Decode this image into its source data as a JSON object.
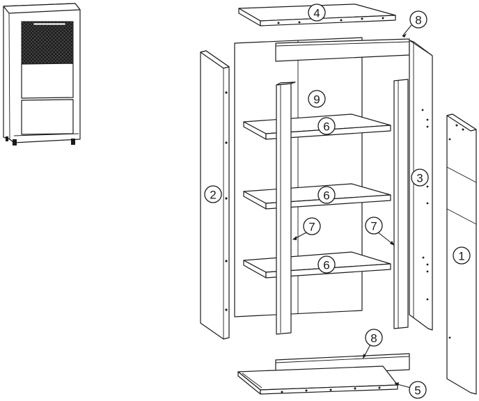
{
  "diagram": {
    "callouts": {
      "side_right": "1",
      "side_left": "2",
      "divider_right": "3",
      "top": "4",
      "bottom": "5",
      "shelf_upper": "6",
      "shelf_middle": "6",
      "shelf_lower": "6",
      "strip_left": "7",
      "strip_right": "7",
      "rail_top": "8",
      "rail_bottom": "8",
      "back": "9"
    }
  }
}
